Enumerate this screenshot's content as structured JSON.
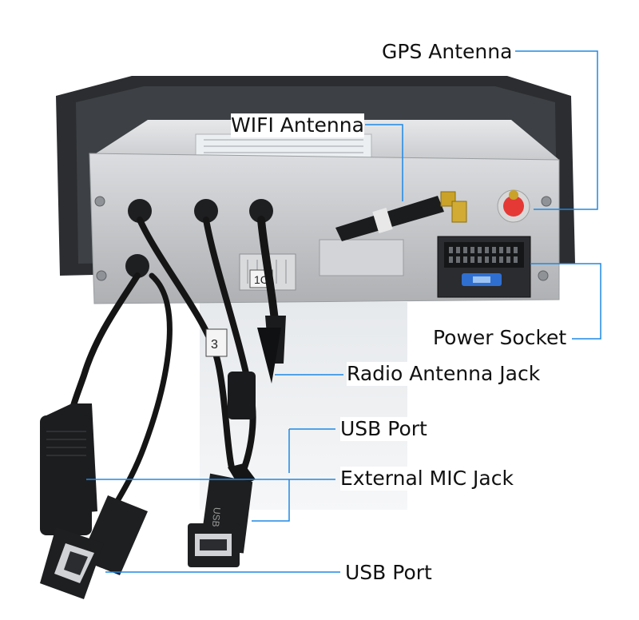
{
  "labels": {
    "gps_antenna": "GPS Antenna",
    "wifi_antenna": "WIFI Antenna",
    "power_socket": "Power Socket",
    "radio_antenna_jack": "Radio Antenna Jack",
    "usb_port_top": "USB Port",
    "external_mic_jack": "External MIC Jack",
    "usb_port_bottom": "USB Port"
  },
  "stickers": {
    "cable_tag_3": "3",
    "cable_tag_1c": "1C",
    "usb_marking": "USB"
  },
  "colors": {
    "callout_line": "#1e88e5",
    "chassis": "#c9cbcd",
    "bezel": "#2b2d30",
    "cable": "#151515",
    "gps_connector": "#e53935",
    "brass": "#c9a227"
  }
}
